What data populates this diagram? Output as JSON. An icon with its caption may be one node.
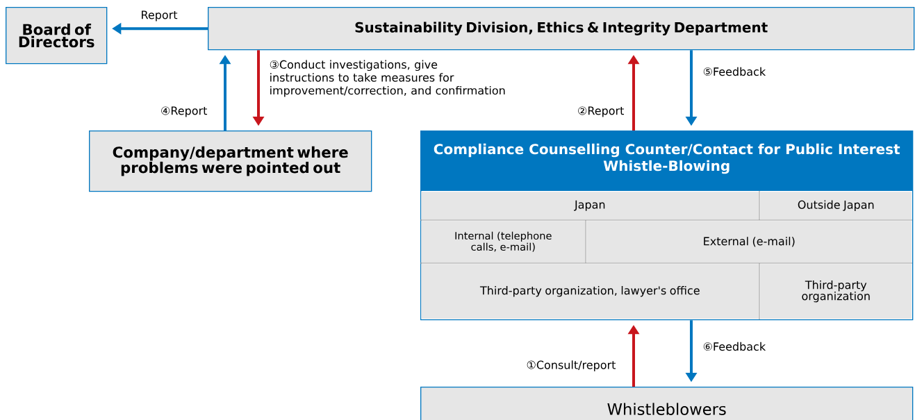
{
  "diagram": {
    "nodes": [
      {
        "text": [
          "Board of Directors"
        ]
      },
      {
        "text": [
          "Sustainability Division, Ethics & Integrity Department"
        ]
      },
      {
        "text": [
          "Company/department where problems were pointed out"
        ]
      },
      {
        "text": [
          "Compliance Counselling Counter/Contact for Public Interest Whistle-Blowing"
        ]
      },
      {
        "text": [
          "Japan"
        ],
        "in": 3
      },
      {
        "text": [
          "Outside Japan"
        ],
        "in": 3
      },
      {
        "text": [
          "Internal (telephone calls, e-mail)"
        ],
        "in": 3
      },
      {
        "text": [
          "External (e-mail)"
        ],
        "in": 3
      },
      {
        "text": [
          "Third-party organization, lawyer's office"
        ],
        "in": 3
      },
      {
        "text": [
          "Third-party organization"
        ],
        "in": 3
      },
      {
        "text": [
          "Whistleblowers"
        ]
      }
    ],
    "edges": [
      {
        "from": 1,
        "to": 0,
        "arrow": "to",
        "label": "Report"
      },
      {
        "from": 2,
        "to": 1,
        "arrow": "to",
        "label": "④Report"
      },
      {
        "from": 1,
        "to": 2,
        "arrow": "to",
        "label": "③Conduct investigations, give instructions to take measures for improvement/correction, and confirmation",
        "color": "#c8161d"
      },
      {
        "from": 3,
        "to": 1,
        "arrow": "to",
        "label": "②Report",
        "color": "#c8161d"
      },
      {
        "from": 1,
        "to": 3,
        "arrow": "to",
        "label": "⑤Feedback"
      },
      {
        "from": 10,
        "to": 3,
        "arrow": "to",
        "label": "①Consult/report",
        "color": "#c8161d"
      },
      {
        "from": 3,
        "to": 10,
        "arrow": "to",
        "label": "⑥Feedback"
      }
    ]
  }
}
